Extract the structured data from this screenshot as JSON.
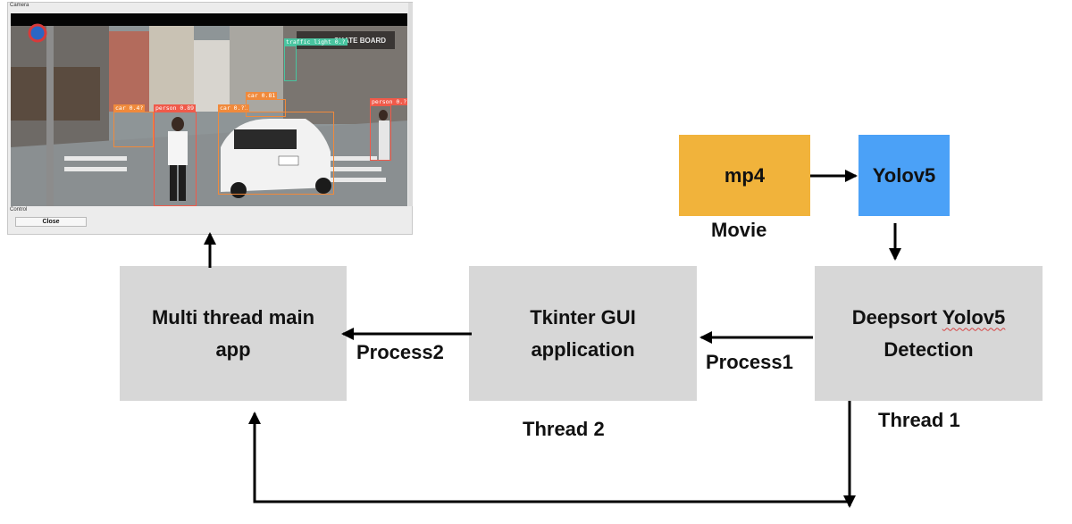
{
  "camera_window": {
    "title": "Camera",
    "control_label": "Control",
    "close_label": "Close",
    "detections": [
      "traffic light 0.?",
      "car 0.4?",
      "person 0.89",
      "car 0.81",
      "car 0.?1",
      "person 0.?"
    ],
    "sign_text": "SKATE BOARD"
  },
  "nodes": {
    "mp4": "mp4",
    "yolov5": "Yolov5",
    "main_app": "Multi thread main app",
    "tkinter": "Tkinter GUI application",
    "deepsort_prefix": "Deepsort ",
    "deepsort_yolo": "Yolov5",
    "deepsort_suffix": "Detection"
  },
  "labels": {
    "movie": "Movie",
    "process1": "Process1",
    "process2": "Process2",
    "thread1": "Thread 1",
    "thread2": "Thread 2"
  },
  "colors": {
    "mp4_box": "#f1b33b",
    "yolov5_box": "#4ba1f7",
    "node_box": "#d7d7d7",
    "arrow": "#000000"
  }
}
